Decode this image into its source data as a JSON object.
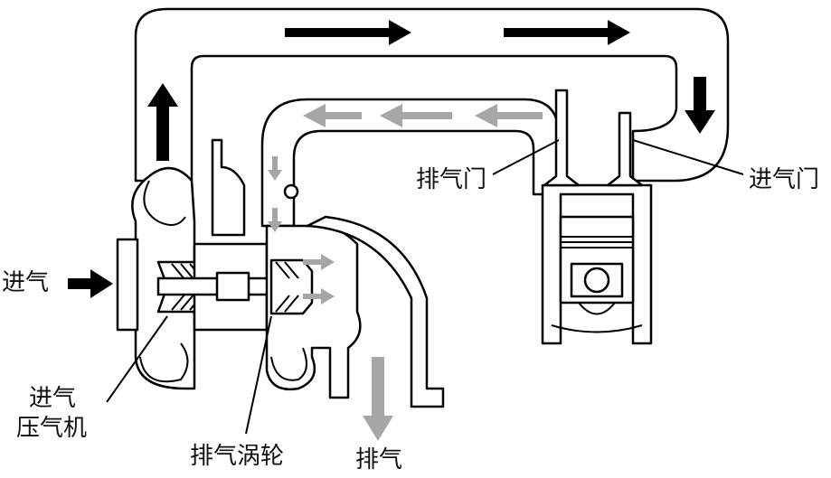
{
  "labels": {
    "intake": "进气",
    "intake_compressor_line1": "进气",
    "intake_compressor_line2": "压气机",
    "exhaust_turbine": "排气涡轮",
    "exhaust": "排气",
    "exhaust_valve": "排气门",
    "intake_valve": "进气门"
  },
  "colors": {
    "intake_flow": "#000000",
    "exhaust_flow": "#a6a6a6",
    "line": "#000000",
    "background": "#ffffff"
  }
}
